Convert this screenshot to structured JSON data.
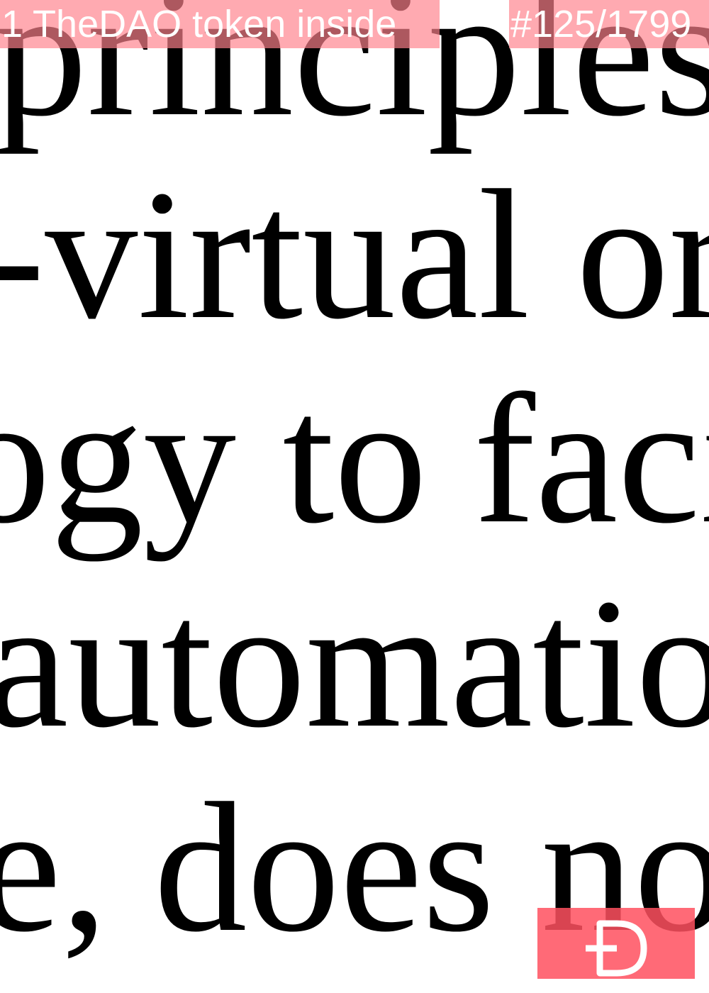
{
  "token_label": "1 TheDAO token inside",
  "edition": "#125/1799",
  "text_lines": [
    "principles",
    "-virtual org",
    "ogy to facil",
    "automation",
    "e, does not"
  ],
  "badge_icon": "dao-logo-icon",
  "colors": {
    "text": "#000000",
    "tag_background": "#ff828c",
    "badge_background": "#ff505f",
    "tag_text": "#ffffff"
  }
}
